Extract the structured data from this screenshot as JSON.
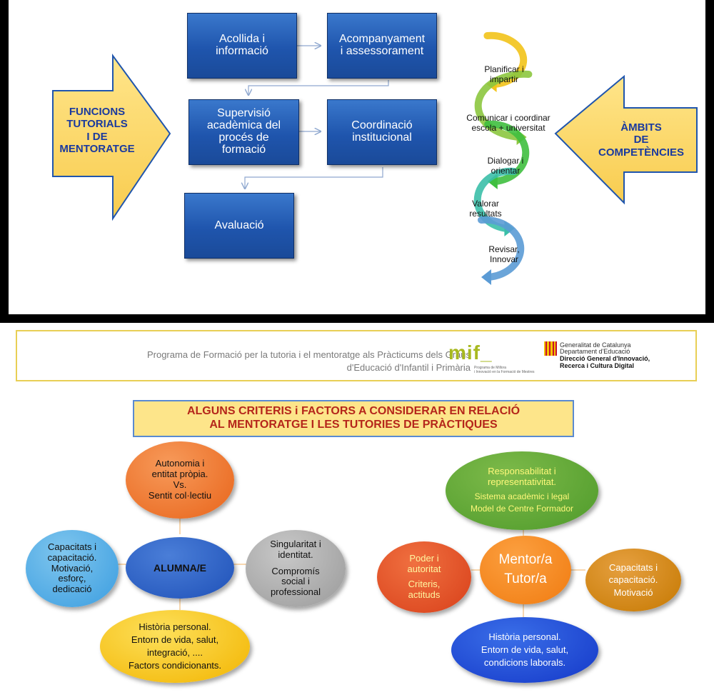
{
  "top": {
    "left_arrow_label": "FUNCIONS\nTUTORIALS\nI DE\nMENTORATGE",
    "right_arrow_label": "ÀMBITS\nDE\nCOMPETÈNCIES",
    "boxes": {
      "acollida": "Acollida i\ninformació",
      "acompanyament": "Acompanyament\ni assessorament",
      "supervisio": "Supervisió\nacadèmica del\nprocés de\nformació",
      "coordinacio": "Coordinació\ninstitucional",
      "avaluacio": "Avaluació"
    },
    "cycle": [
      "Planificar i\nimpartir",
      "Comunicar i coordinar\nescola + universitat",
      "Dialogar i\norientar",
      "Valorar\nresultats",
      "Revisar,\nInnovar"
    ],
    "cycle_colors": [
      "#f2c31a",
      "#8cc63f",
      "#3fbf3f",
      "#3bbfa8",
      "#5b9bd5"
    ]
  },
  "header": {
    "program_text": "Programa de Formació per la tutoria i el mentoratge als Pràcticums dels Graus\nd'Educació d'Infantil i Primària",
    "mif_logo": "mif_",
    "mif_subtitle": "Programa de Millora\ni Innovació en la Formació de Mestres",
    "gen_line1": "Generalitat de Catalunya",
    "gen_line2": "Departament d'Educació",
    "gen_line3": "Direcció General d'Innovació,",
    "gen_line4": "Recerca i Cultura Digital"
  },
  "title": "ALGUNS CRITERIS i FACTORS A CONSIDERAR EN RELACIÓ\nAL MENTORATGE I LES TUTORIES DE PRÀCTIQUES",
  "left_cluster": {
    "center": "ALUMNA/E",
    "top": "Autonomia i\nentitat pròpia.\nVs.\nSentit col·lectiu",
    "left": "Capacitats i\ncapacitació.\nMotivació,\nesforç,\ndedicació",
    "right_a": "Singularitat i\nidentitat.",
    "right_b": "Compromís\nsocial i\nprofessional",
    "bottom": "Història personal.\nEntorn de vida, salut,\nintegració, ....\nFactors condicionants."
  },
  "right_cluster": {
    "center": "Mentor/a\nTutor/a",
    "top_a": "Responsabilitat i\nrepresentativitat.",
    "top_b": "Sistema acadèmic i legal\nModel de Centre Formador",
    "left_a": "Poder i\nautoritat",
    "left_b": "Criteris,\nactituds",
    "right": "Capacitats i\ncapacitació.\nMotivació",
    "bottom": "Història personal.\nEntorn de vida, salut,\ncondicions laborals."
  },
  "colors": {
    "box_blue": "#1f55ad",
    "arrow_yellow": "#fdd96b",
    "arrow_text": "#1a3a9e",
    "title_red": "#b5261b",
    "mif_green": "#a8b920"
  }
}
